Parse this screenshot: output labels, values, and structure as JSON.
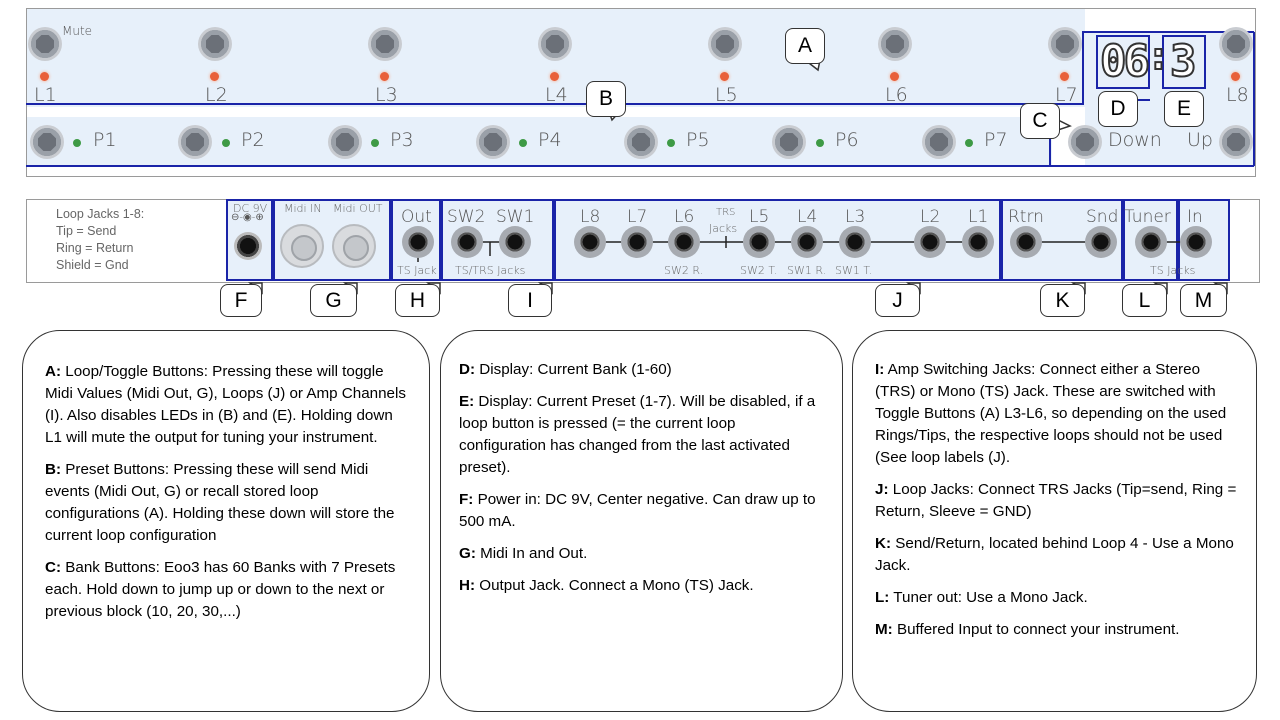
{
  "top": {
    "mute_label": "Mute",
    "loop_labels": [
      "L1",
      "L2",
      "L3",
      "L4",
      "L5",
      "L6",
      "L7",
      "L8"
    ],
    "preset_labels": [
      "P1",
      "P2",
      "P3",
      "P4",
      "P5",
      "P6",
      "P7"
    ],
    "bank_down": "Down",
    "bank_up": "Up",
    "display_bank": "06",
    "display_sep": ":",
    "display_preset": "3"
  },
  "callouts": [
    "A",
    "B",
    "C",
    "D",
    "E",
    "F",
    "G",
    "H",
    "I",
    "J",
    "K",
    "L",
    "M"
  ],
  "back": {
    "loop_note": [
      "Loop Jacks 1-8:",
      "Tip = Send",
      "Ring = Return",
      "Shield = Gnd"
    ],
    "dc": "DC 9V",
    "midi_in": "Midi IN",
    "midi_out": "Midi OUT",
    "out": "Out",
    "ts_jack": "TS Jack",
    "sw2": "SW2",
    "sw1": "SW1",
    "ts_trs_jacks": "TS/TRS Jacks",
    "loops": [
      "L8",
      "L7",
      "L6",
      "L5",
      "L4",
      "L3",
      "L2",
      "L1"
    ],
    "trs_jacks": [
      "TRS",
      "Jacks"
    ],
    "sw2r": "SW2 R.",
    "sw2t": "SW2 T.",
    "sw1r": "SW1 R.",
    "sw1t": "SW1 T.",
    "rtrn": "Rtrn",
    "snd": "Snd",
    "tuner": "Tuner",
    "in": "In",
    "ts_jacks": "TS Jacks"
  },
  "descriptions": {
    "col1": [
      {
        "key": "A:",
        "text": "Loop/Toggle Buttons: Pressing these will toggle Midi Values (Midi Out, G), Loops (J) or Amp Channels (I). Also disables LEDs in (B) and (E). Holding down L1 will mute the output for tuning your instrument."
      },
      {
        "key": "B:",
        "text": "Preset Buttons: Pressing these will send Midi events (Midi Out, G) or recall stored loop configurations (A). Holding these down will store the current loop configuration"
      },
      {
        "key": "C:",
        "text": "Bank Buttons: Eoo3 has 60 Banks with 7 Presets each. Hold down to jump up or down to the next or previous block (10, 20, 30,...)"
      }
    ],
    "col2": [
      {
        "key": "D:",
        "text": "Display: Current Bank (1-60)"
      },
      {
        "key": "E:",
        "text": "Display: Current Preset (1-7). Will be disabled, if a loop button is pressed (= the current loop configuration has changed from the last activated preset)."
      },
      {
        "key": "F:",
        "text": "Power in: DC 9V, Center negative. Can draw up to 500 mA."
      },
      {
        "key": "G:",
        "text": "Midi In and Out."
      },
      {
        "key": "H:",
        "text": "Output Jack. Connect a Mono (TS) Jack."
      }
    ],
    "col3": [
      {
        "key": "I:",
        "text": "Amp Switching Jacks: Connect either a Stereo (TRS) or Mono (TS) Jack. These are switched with Toggle Buttons (A) L3-L6, so depending on the used Rings/Tips, the respective loops should not be used (See loop labels (J)."
      },
      {
        "key": "J:",
        "text": "Loop Jacks: Connect TRS Jacks (Tip=send, Ring = Return, Sleeve = GND)"
      },
      {
        "key": "K:",
        "text": "Send/Return, located behind Loop 4 - Use a Mono Jack."
      },
      {
        "key": "L:",
        "text": "Tuner out: Use a Mono Jack."
      },
      {
        "key": "M:",
        "text": "Buffered Input to connect your instrument."
      }
    ]
  }
}
